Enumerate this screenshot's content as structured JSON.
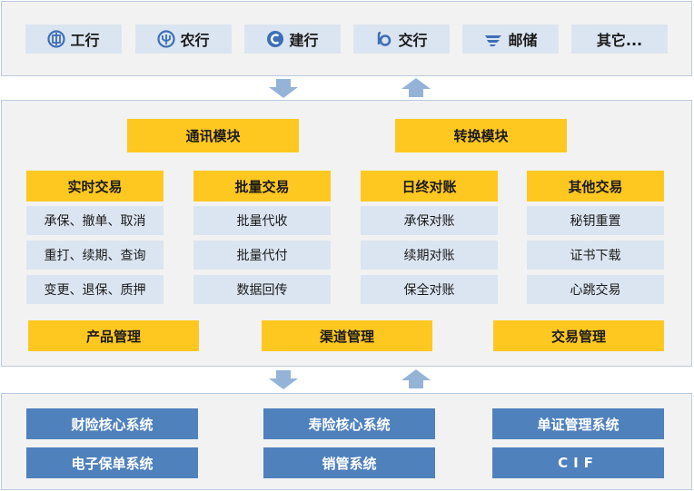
{
  "banks": {
    "icbc": "工行",
    "abc": "农行",
    "ccb": "建行",
    "bocom": "交行",
    "psbc": "邮储",
    "other": "其它..."
  },
  "modules": {
    "comm": "通讯模块",
    "convert": "转换模块"
  },
  "columns": [
    {
      "title": "实时交易",
      "items": [
        "承保、撤单、取消",
        "重打、续期、查询",
        "变更、退保、质押"
      ]
    },
    {
      "title": "批量交易",
      "items": [
        "批量代收",
        "批量代付",
        "数据回传"
      ]
    },
    {
      "title": "日终对账",
      "items": [
        "承保对账",
        "续期对账",
        "保全对账"
      ]
    },
    {
      "title": "其他交易",
      "items": [
        "秘钥重置",
        "证书下载",
        "心跳交易"
      ]
    }
  ],
  "management": {
    "product": "产品管理",
    "channel": "渠道管理",
    "transaction": "交易管理"
  },
  "systems": {
    "property_core": "财险核心系统",
    "life_core": "寿险核心系统",
    "document_mgmt": "单证管理系统",
    "e_policy": "电子保单系统",
    "sales_mgmt": "销管系统",
    "cif": "CIF"
  },
  "colors": {
    "panel_bg": "#f2f2f2",
    "panel_border": "#b9cbe0",
    "light_box": "#dbe5f1",
    "yellow_box": "#ffc820",
    "system_box": "#4f81bd",
    "arrow": "#95b3d7",
    "bank_icon": "#3d6fb6"
  },
  "icons": {
    "icbc": "icbc-logo-icon",
    "abc": "abc-logo-icon",
    "ccb": "ccb-logo-icon",
    "bocom": "bocom-logo-icon",
    "psbc": "psbc-logo-icon"
  }
}
